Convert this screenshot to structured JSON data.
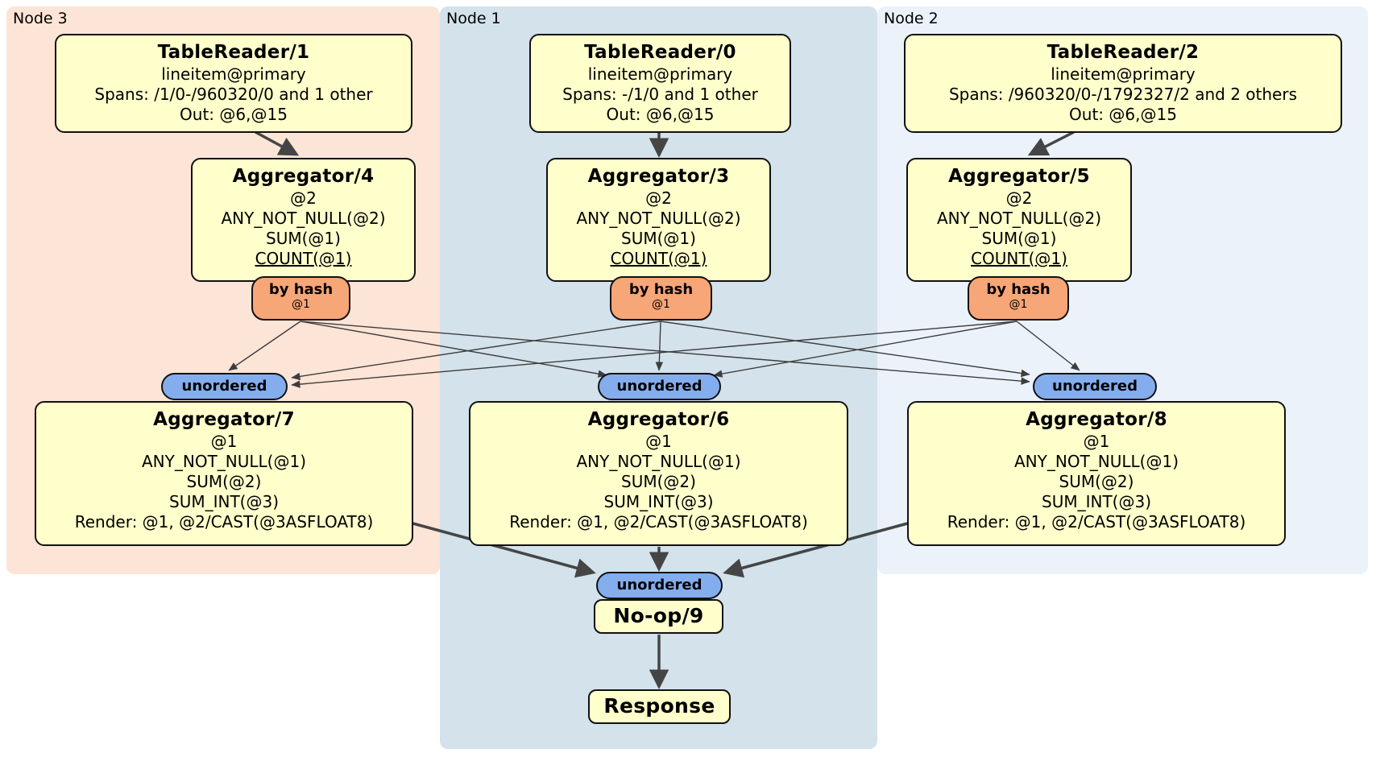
{
  "colors": {
    "node3_bg": "#fce4d6",
    "node1_bg": "#d3e2eb",
    "node2_bg": "#ebf2fa",
    "box_bg": "#ffffcc",
    "router_bg": "#f7a678",
    "sync_bg": "#84adee",
    "edge": "#454545"
  },
  "panels": {
    "node3": {
      "label": "Node 3"
    },
    "node1": {
      "label": "Node 1"
    },
    "node2": {
      "label": "Node 2"
    }
  },
  "processors": {
    "tr1": {
      "title": "TableReader/1",
      "lines": [
        "lineitem@primary",
        "Spans: /1/0-/960320/0 and 1 other",
        "Out: @6,@15"
      ]
    },
    "tr0": {
      "title": "TableReader/0",
      "lines": [
        "lineitem@primary",
        "Spans: -/1/0 and 1 other",
        "Out: @6,@15"
      ]
    },
    "tr2": {
      "title": "TableReader/2",
      "lines": [
        "lineitem@primary",
        "Spans: /960320/0-/1792327/2 and 2 others",
        "Out: @6,@15"
      ]
    },
    "agg4": {
      "title": "Aggregator/4",
      "lines": [
        "@2",
        "ANY_NOT_NULL(@2)",
        "SUM(@1)",
        "COUNT(@1)"
      ]
    },
    "agg3": {
      "title": "Aggregator/3",
      "lines": [
        "@2",
        "ANY_NOT_NULL(@2)",
        "SUM(@1)",
        "COUNT(@1)"
      ]
    },
    "agg5": {
      "title": "Aggregator/5",
      "lines": [
        "@2",
        "ANY_NOT_NULL(@2)",
        "SUM(@1)",
        "COUNT(@1)"
      ]
    },
    "agg7": {
      "title": "Aggregator/7",
      "lines": [
        "@1",
        "ANY_NOT_NULL(@1)",
        "SUM(@2)",
        "SUM_INT(@3)",
        "Render: @1, @2/CAST(@3ASFLOAT8)"
      ]
    },
    "agg6": {
      "title": "Aggregator/6",
      "lines": [
        "@1",
        "ANY_NOT_NULL(@1)",
        "SUM(@2)",
        "SUM_INT(@3)",
        "Render: @1, @2/CAST(@3ASFLOAT8)"
      ]
    },
    "agg8": {
      "title": "Aggregator/8",
      "lines": [
        "@1",
        "ANY_NOT_NULL(@1)",
        "SUM(@2)",
        "SUM_INT(@3)",
        "Render: @1, @2/CAST(@3ASFLOAT8)"
      ]
    },
    "noop": {
      "title": "No-op/9"
    },
    "response": {
      "title": "Response"
    }
  },
  "routers": {
    "left": {
      "label": "by hash",
      "detail": "@1"
    },
    "middle": {
      "label": "by hash",
      "detail": "@1"
    },
    "right": {
      "label": "by hash",
      "detail": "@1"
    }
  },
  "synchronizers": {
    "left": {
      "label": "unordered"
    },
    "middle": {
      "label": "unordered"
    },
    "right": {
      "label": "unordered"
    },
    "final": {
      "label": "unordered"
    }
  }
}
